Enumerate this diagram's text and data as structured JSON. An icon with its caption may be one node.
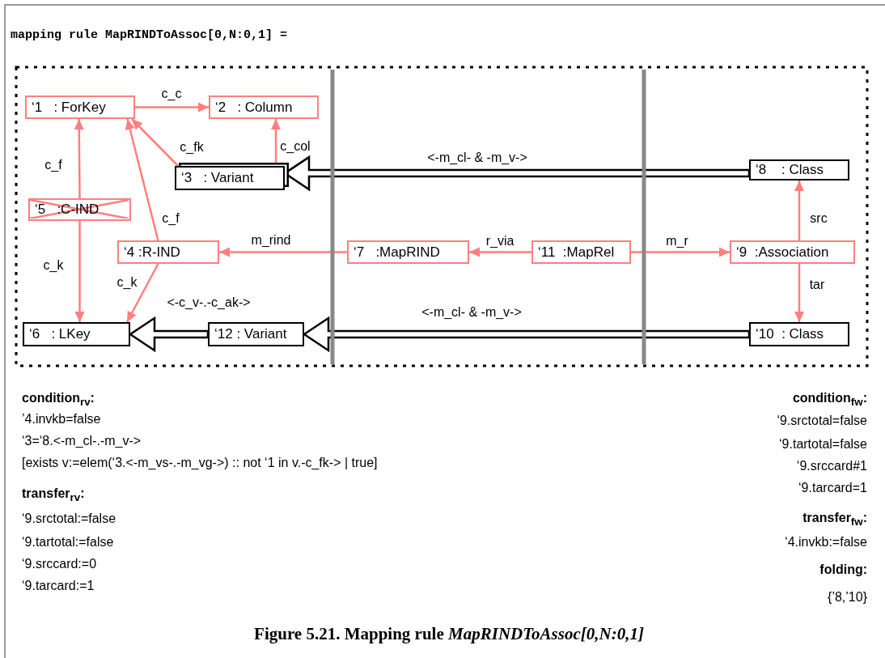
{
  "diagram": {
    "title": "mapping rule MapRINDToAssoc[0,N:0,1] =",
    "caption": "Figure 5.21.  Mapping rule *MapRINDToAssoc[0,N:0,1]*",
    "nodes": [
      {
        "text": [
          "‘1   : ForKey"
        ]
      },
      {
        "text": [
          "‘2   : Column"
        ]
      },
      {
        "text": [
          "‘3   : Variant"
        ]
      },
      {
        "text": [
          "‘8    : Class"
        ]
      },
      {
        "text": [
          "‘5   :C-IND"
        ]
      },
      {
        "text": [
          "‘4 :R-IND"
        ]
      },
      {
        "text": [
          "‘7   :MapRIND"
        ]
      },
      {
        "text": [
          "‘11  :MapRel"
        ]
      },
      {
        "text": [
          "‘9  :Association"
        ]
      },
      {
        "text": [
          "‘6   : LKey"
        ]
      },
      {
        "text": [
          "‘12 : Variant"
        ]
      },
      {
        "text": [
          "‘10  : Class"
        ]
      }
    ],
    "edges": [
      {
        "from": 0,
        "to": 1,
        "arrow": "to",
        "label": "c_c"
      },
      {
        "from": 2,
        "to": 0,
        "arrow": "to",
        "label": "c_fk"
      },
      {
        "from": 2,
        "to": 1,
        "arrow": "to",
        "label": "c_col"
      },
      {
        "from": 3,
        "to": 2,
        "arrow": "to",
        "label": "<-m_cl- & -m_v->",
        "style": "thick",
        "color": "#000000"
      },
      {
        "from": 4,
        "to": 0,
        "arrow": "to",
        "label": "c_f"
      },
      {
        "from": 4,
        "to": 9,
        "arrow": "to",
        "label": "c_k"
      },
      {
        "from": 5,
        "to": 0,
        "arrow": "to",
        "label": "c_f"
      },
      {
        "from": 5,
        "to": 9,
        "arrow": "to",
        "label": "c_k"
      },
      {
        "from": 6,
        "to": 5,
        "arrow": "to",
        "label": "m_rind"
      },
      {
        "from": 7,
        "to": 6,
        "arrow": "to",
        "label": "r_via"
      },
      {
        "from": 7,
        "to": 8,
        "arrow": "to",
        "label": "m_r"
      },
      {
        "from": 8,
        "to": 3,
        "arrow": "to",
        "label": "src"
      },
      {
        "from": 8,
        "to": 11,
        "arrow": "to",
        "label": "tar"
      },
      {
        "from": 11,
        "to": 10,
        "arrow": "to",
        "label": "<-m_cl- & -m_v->",
        "style": "thick",
        "color": "#000000"
      },
      {
        "from": 10,
        "to": 9,
        "arrow": "to",
        "label": "<-c_v-.-c_ak->",
        "style": "thick",
        "color": "#000000"
      }
    ],
    "labels": [
      "condition$_{rv}$:",
      "’4.invkb=false",
      "‘3=‘8.<-m_cl-.-m_v->",
      "[exists v:=elem(‘3.<-m_vs-.-m_vg->) :: not ‘1 in v.-c_fk-> | true]",
      "transfer$_{rv}$:",
      "‘9.srctotal:=false",
      "‘9.tartotal:=false",
      "‘9.srccard:=0",
      "‘9.tarcard:=1",
      "condition$_{fw}$:",
      "‘9.srctotal=false",
      "‘9.tartotal=false",
      "‘9.srccard#1",
      "‘9.tarcard=1",
      "transfer$_{fw}$:",
      "‘4.invkb:=false",
      "folding:",
      "{’8,’10}"
    ]
  }
}
